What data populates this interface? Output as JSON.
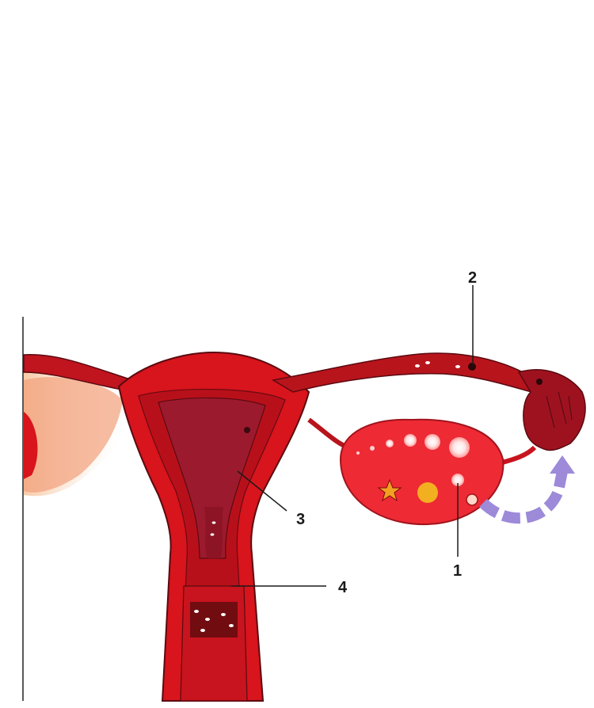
{
  "callouts": {
    "c1": {
      "label": "1",
      "target": "ovulating-follicle"
    },
    "c2": {
      "label": "2",
      "target": "fertilization-in-tube"
    },
    "c3": {
      "label": "3",
      "target": "uterine-wall"
    },
    "c4": {
      "label": "4",
      "target": "cervix"
    }
  },
  "colors": {
    "tissue": "#d8141c",
    "tissue_dark": "#8c1018",
    "cavity": "#b01a28",
    "outline": "#5a0a10",
    "ovary": "#ee2a34",
    "arrow": "#9d8ad8"
  }
}
